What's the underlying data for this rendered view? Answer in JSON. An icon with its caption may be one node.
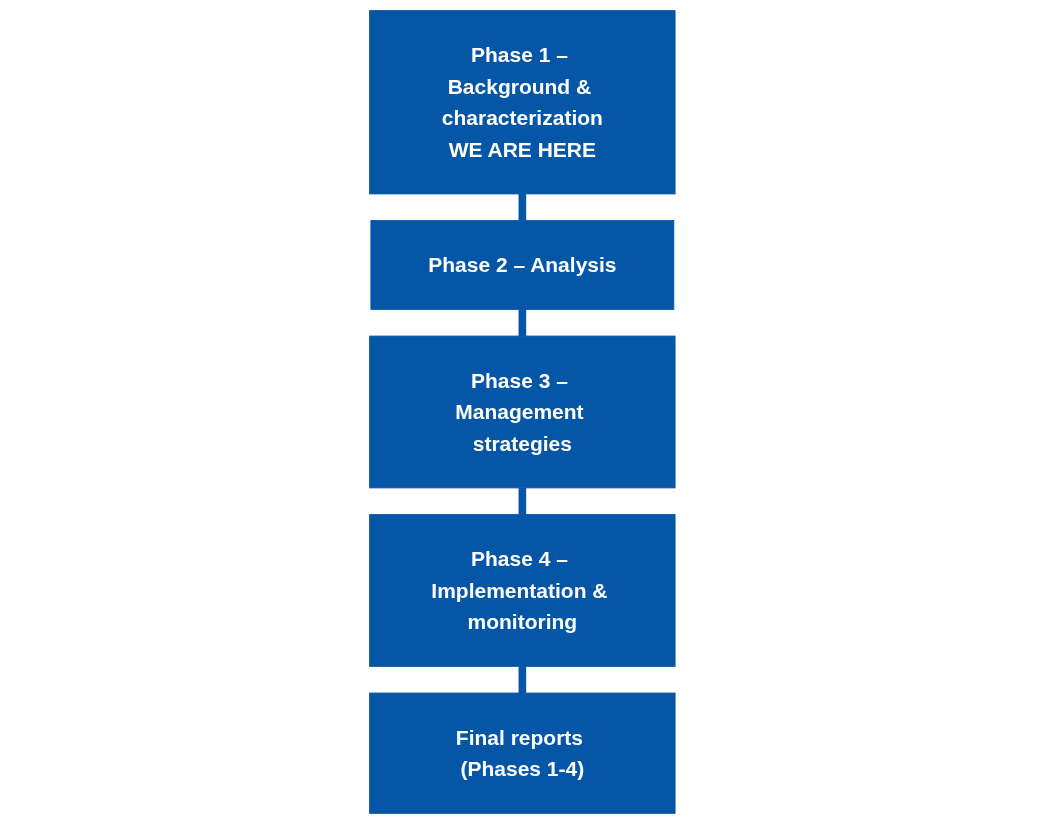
{
  "diagram": {
    "nodes": [
      {
        "text": [
          "Phase 1 – Background & characterization",
          "WE ARE HERE"
        ]
      },
      {
        "text": [
          "Phase 2 – Analysis"
        ]
      },
      {
        "text": [
          "Phase 3 – Management strategies"
        ]
      },
      {
        "text": [
          "Phase 4 – Implementation & monitoring"
        ]
      },
      {
        "text": [
          "Final reports (Phases 1-4)"
        ]
      }
    ],
    "edges": [
      {
        "from": 0,
        "to": 1,
        "arrow": "none"
      },
      {
        "from": 1,
        "to": 2,
        "arrow": "none"
      },
      {
        "from": 2,
        "to": 3,
        "arrow": "none"
      },
      {
        "from": 3,
        "to": 4,
        "arrow": "none"
      }
    ]
  }
}
